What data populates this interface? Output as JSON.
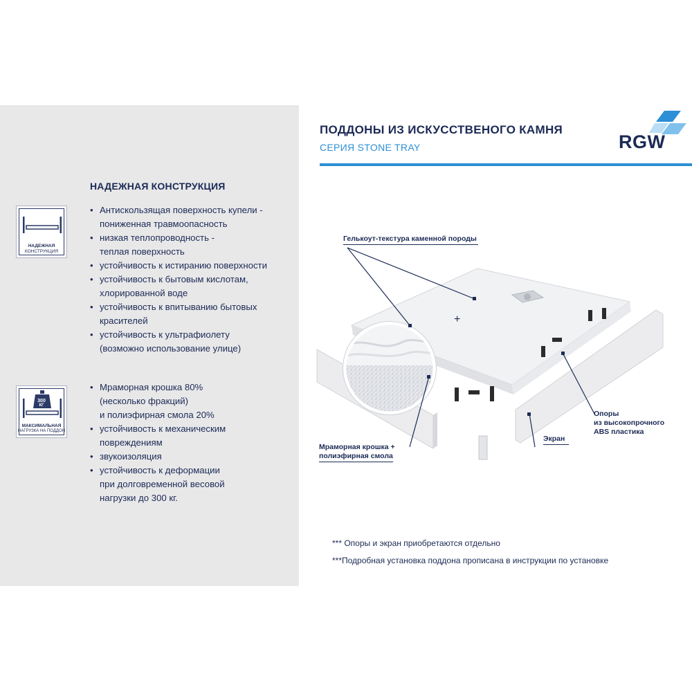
{
  "header": {
    "title": "ПОДДОНЫ ИЗ ИСКУССТВЕНОГО КАМНЯ",
    "subtitle": "СЕРИЯ STONE TRAY",
    "logo_text": "RGW"
  },
  "section": {
    "title": "НАДЕЖНАЯ КОНСТРУКЦИЯ"
  },
  "badges": [
    {
      "line1": "НАДЕЖНАЯ",
      "line2": "КОНСТРУКЦИЯ",
      "icon": "shelf-icon"
    },
    {
      "weight": "300",
      "unit": "КГ",
      "line1": "МАКСИМАЛЬНАЯ",
      "line2": "НАГРУЗКА НА ПОДДОН",
      "icon": "weight-icon"
    }
  ],
  "list1": [
    {
      "text": "Антискользящая поверхность купели -",
      "bullet": true
    },
    {
      "text": "пониженная травмоопасность",
      "bullet": false
    },
    {
      "text": "низкая теплопроводность -",
      "bullet": true
    },
    {
      "text": "  теплая поверхность",
      "bullet": false
    },
    {
      "text": "устойчивость к истиранию поверхности",
      "bullet": true
    },
    {
      "text": "устойчивость к бытовым кислотам,",
      "bullet": true
    },
    {
      "text": "хлорированной воде",
      "bullet": false
    },
    {
      "text": "устойчивость к впитыванию бытовых",
      "bullet": true
    },
    {
      "text": "красителей",
      "bullet": false
    },
    {
      "text": "устойчивость к ультрафиолету",
      "bullet": true
    },
    {
      "text": "(возможно использование улице)",
      "bullet": false
    }
  ],
  "list2": [
    {
      "text": "Мраморная крошка 80%",
      "bullet": true
    },
    {
      "text": "(несколько фракций)",
      "bullet": false
    },
    {
      "text": "  и полиэфирная смола 20%",
      "bullet": false
    },
    {
      "text": "устойчивость к механическим",
      "bullet": true
    },
    {
      "text": "повреждениям",
      "bullet": false
    },
    {
      "text": "звукоизоляция",
      "bullet": true
    },
    {
      "text": "устойчивость к деформации",
      "bullet": true
    },
    {
      "text": "при долговременной весовой",
      "bullet": false
    },
    {
      "text": "нагрузки до 300 кг.",
      "bullet": false
    }
  ],
  "callouts": {
    "gelcoat": "Гелькоут-текстура каменной породы",
    "marble_1": "Мраморная крошка +",
    "marble_2": "полиэфирная смола",
    "supports_1": "Опоры",
    "supports_2": "из высокопрочного",
    "supports_3": "ABS пластика",
    "screen": "Экран"
  },
  "footnotes": [
    "*** Опоры и экран приобретаются отдельно",
    "***Подробная установка поддона прописана в инструкции по установке"
  ],
  "colors": {
    "navy": "#1c2a55",
    "accent_blue": "#2d8fd6",
    "panel_gray": "#e8e8e9"
  }
}
